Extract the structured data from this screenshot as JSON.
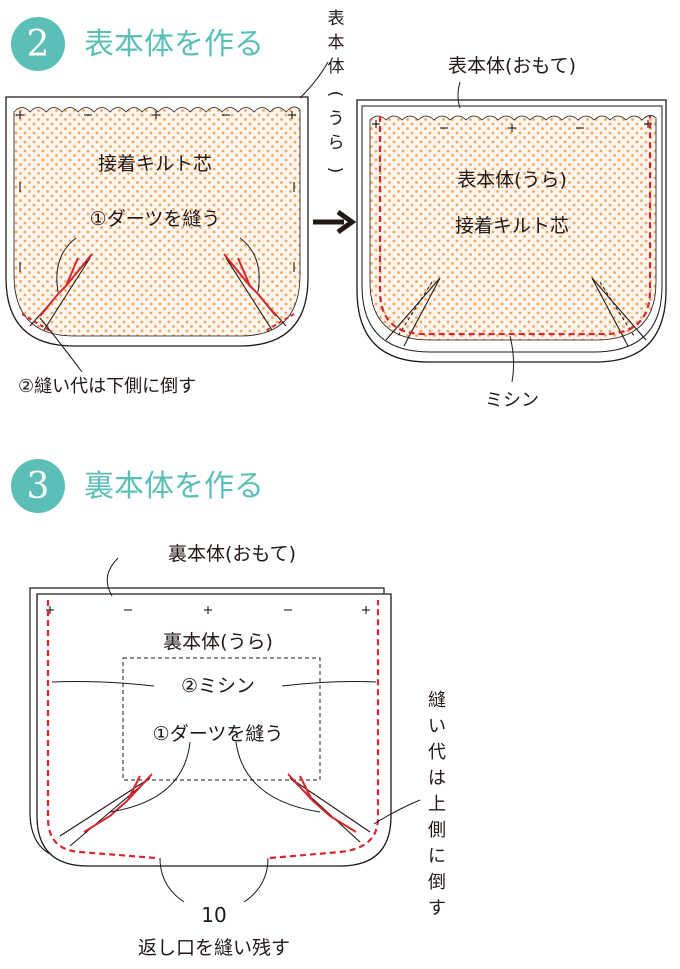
{
  "colors": {
    "accent": "#5bbfb8",
    "stitch": "#d7262e",
    "fabric_dots": "#f0a860",
    "fabric_bg": "#fdf6ee",
    "line": "#231815"
  },
  "icons": {
    "next_step": "arrow-right-icon"
  },
  "step2": {
    "number": "2",
    "title": "表本体を作る",
    "left_panel": {
      "side_label": [
        "表",
        "本",
        "体",
        "(",
        "う",
        "ら",
        ")"
      ],
      "interlining_label": "接着キルト芯",
      "dart_label": "①ダーツを縫う",
      "seam_label": "②縫い代は下側に倒す"
    },
    "right_panel": {
      "top_label": "表本体(おもて)",
      "back_label": "表本体(うら)",
      "interlining_label": "接着キルト芯",
      "stitch_label": "ミシン"
    }
  },
  "step3": {
    "number": "3",
    "title": "裏本体を作る",
    "front_label": "裏本体(おもて)",
    "back_label": "裏本体(うら)",
    "stitch_label": "②ミシン",
    "dart_label": "①ダーツを縫う",
    "seam_label": [
      "縫",
      "い",
      "代",
      "は",
      "上",
      "側",
      "に",
      "倒",
      "す"
    ],
    "opening_size": "10",
    "opening_label": "返し口を縫い残す"
  }
}
